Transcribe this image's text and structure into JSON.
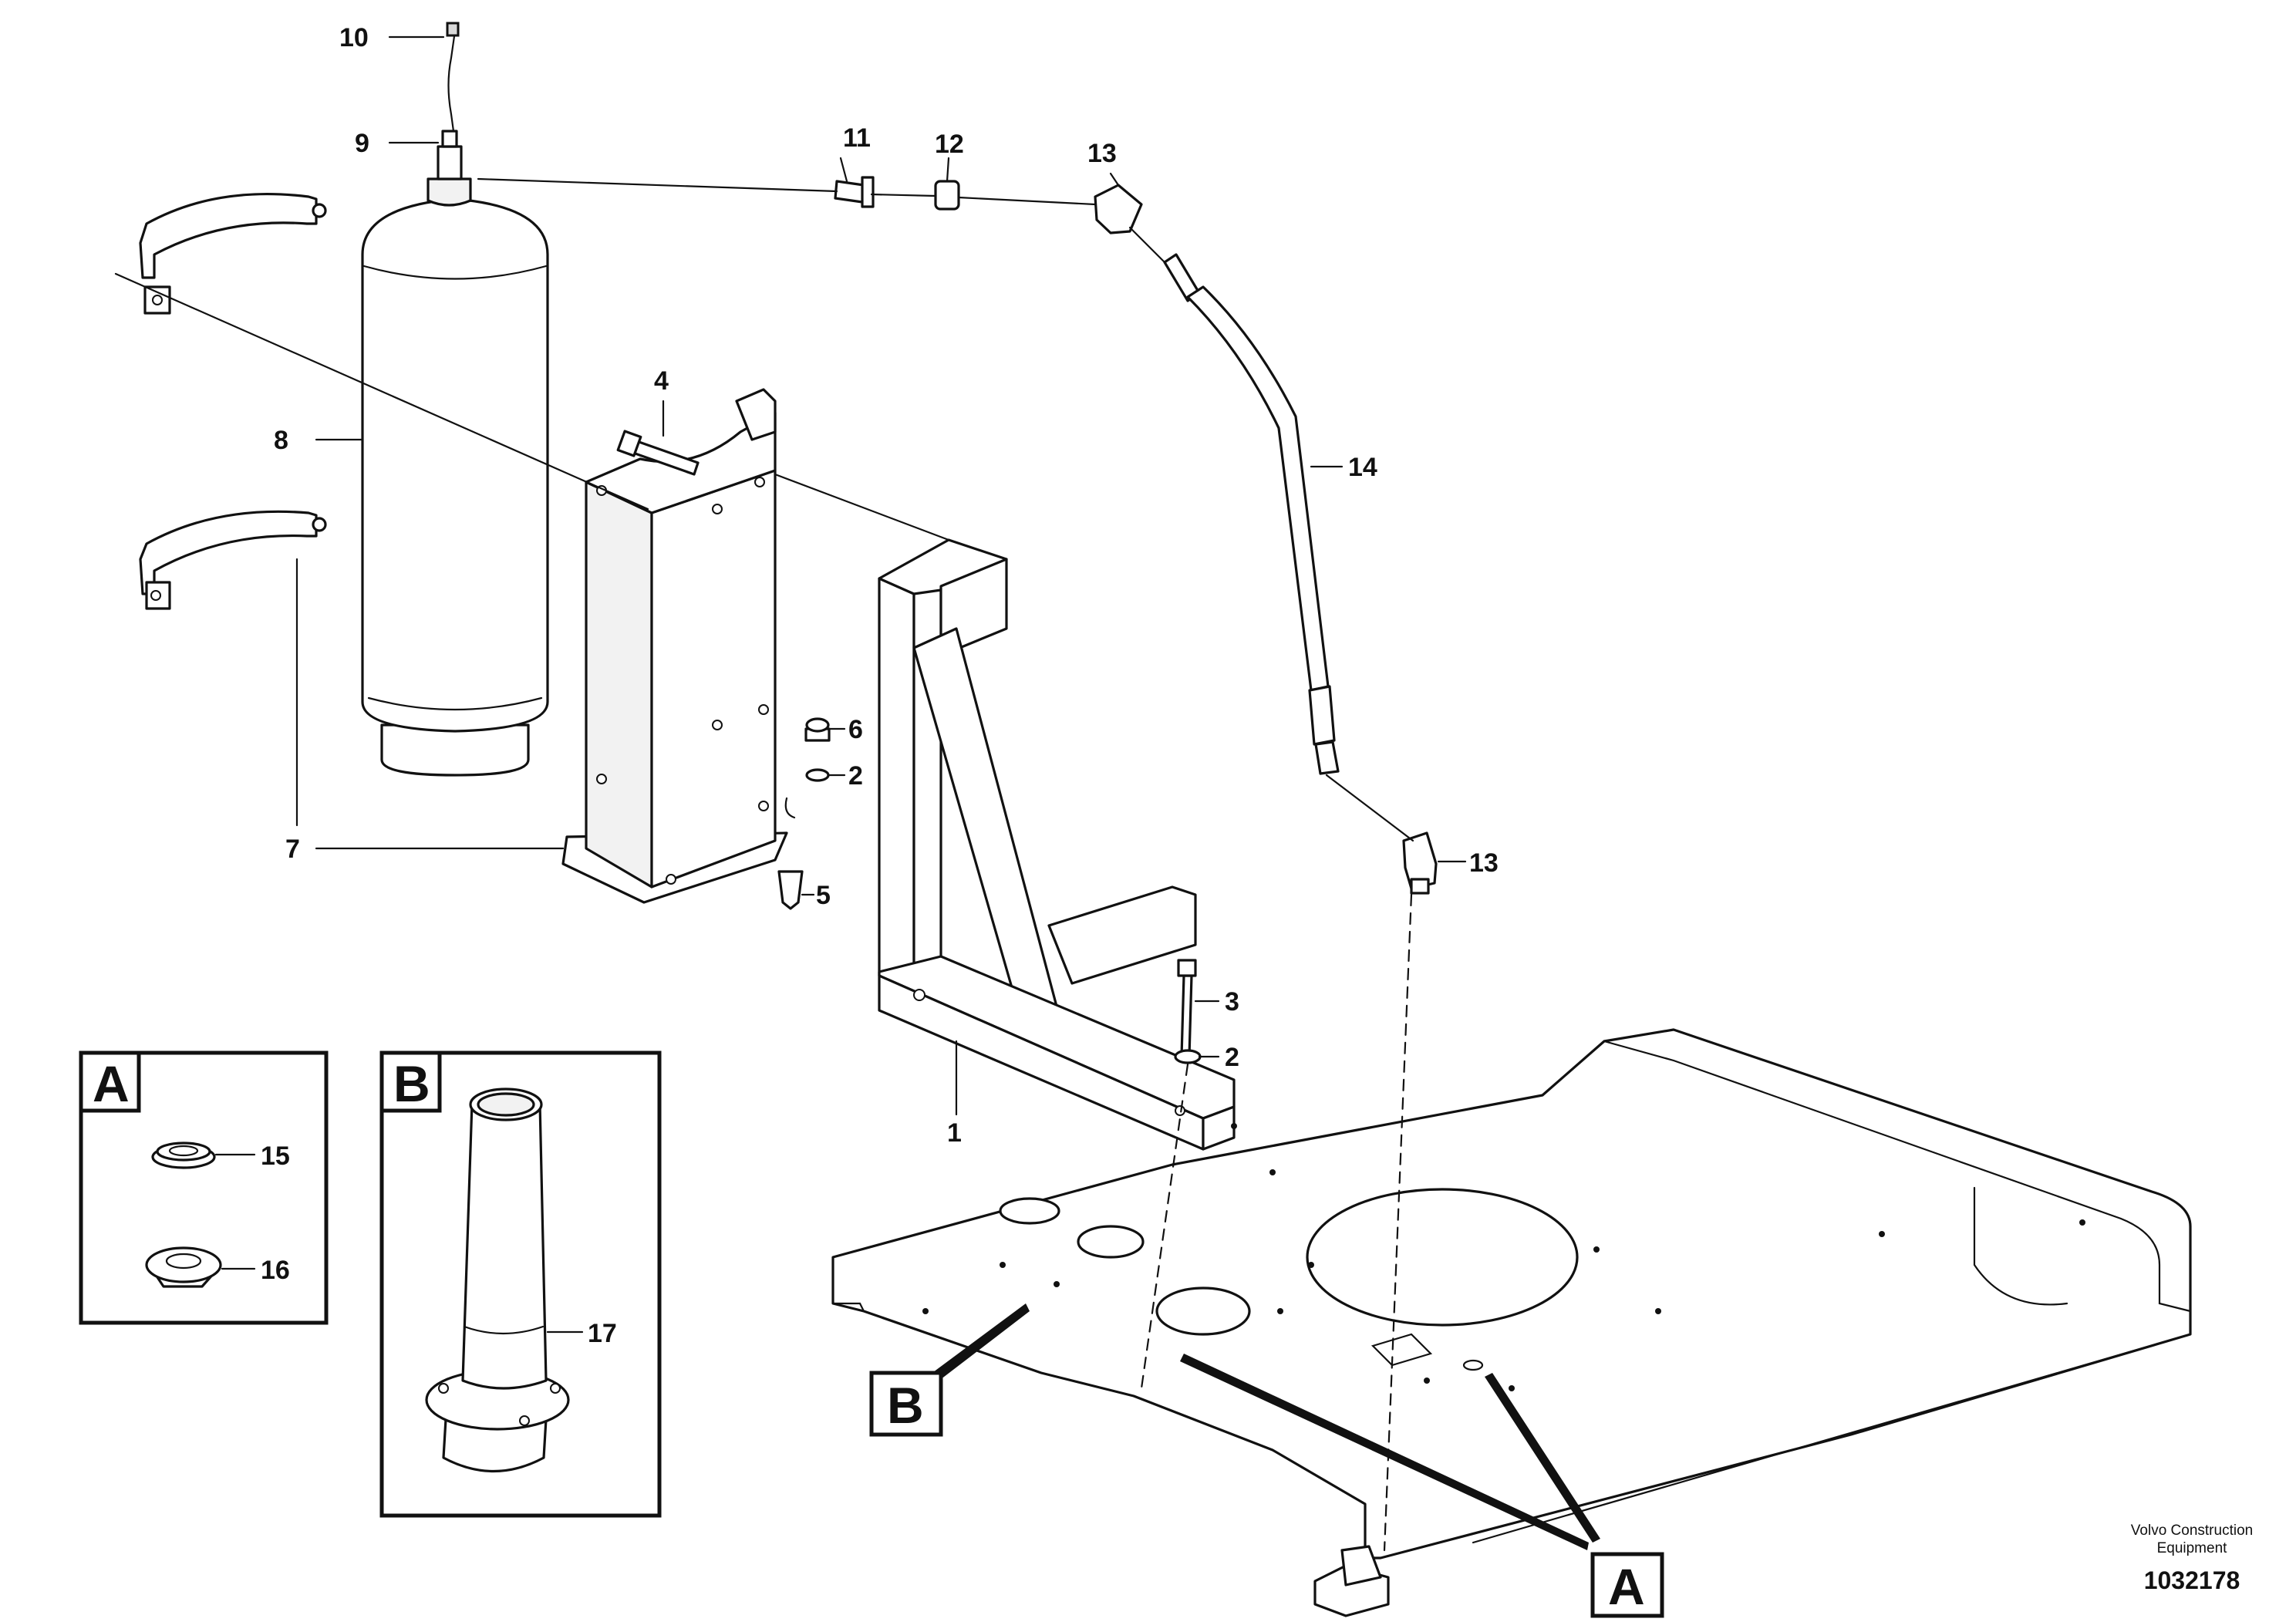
{
  "callouts": {
    "c1": "1",
    "c2a": "2",
    "c2b": "2",
    "c3": "3",
    "c4": "4",
    "c5": "5",
    "c6": "6",
    "c7": "7",
    "c8": "8",
    "c9": "9",
    "c10": "10",
    "c11": "11",
    "c12": "12",
    "c13a": "13",
    "c13b": "13",
    "c14": "14",
    "c15": "15",
    "c16": "16",
    "c17": "17"
  },
  "detail_labels": {
    "a_inset": "A",
    "b_inset": "B",
    "a_pointer": "A",
    "b_pointer": "B"
  },
  "credit": {
    "line1": "Volvo Construction",
    "line2": "Equipment"
  },
  "drawing_number": "1032178"
}
